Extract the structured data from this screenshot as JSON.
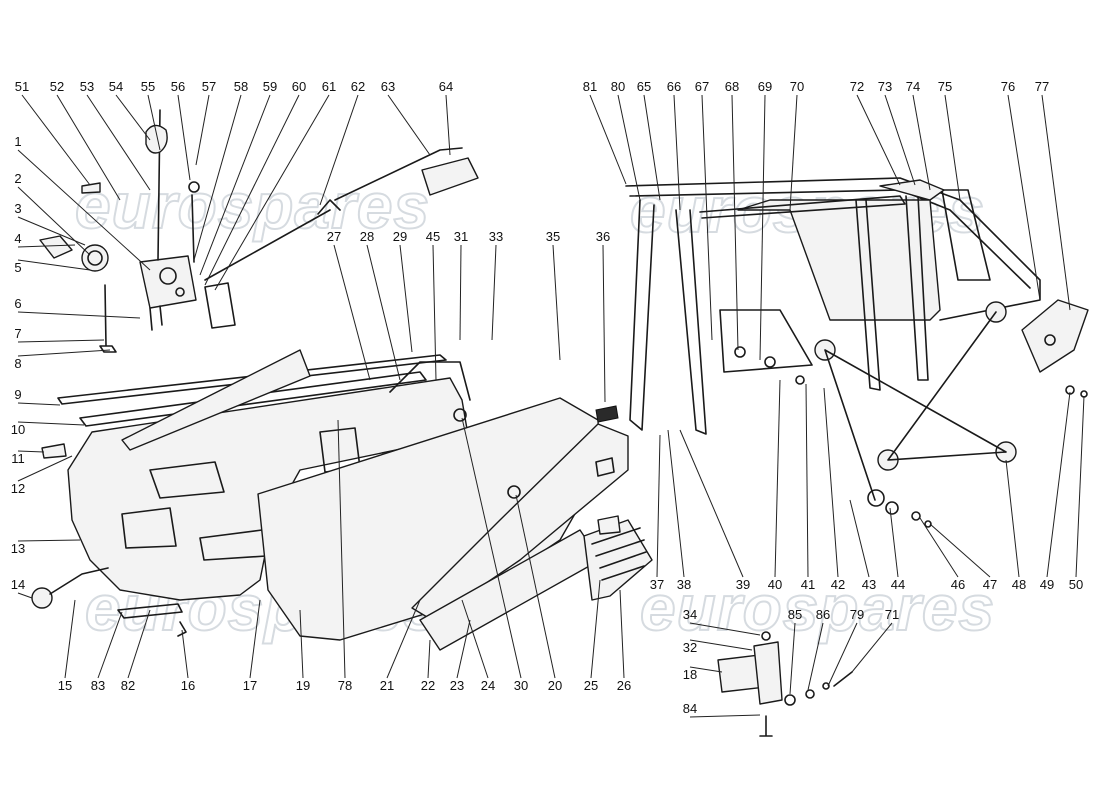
{
  "watermark": "eurospares",
  "labels": [
    "51",
    "52",
    "53",
    "54",
    "55",
    "56",
    "57",
    "58",
    "59",
    "60",
    "61",
    "62",
    "63",
    "64",
    "1",
    "2",
    "3",
    "4",
    "5",
    "6",
    "7",
    "8",
    "9",
    "10",
    "11",
    "12",
    "13",
    "14",
    "15",
    "83",
    "82",
    "16",
    "17",
    "19",
    "78",
    "21",
    "22",
    "23",
    "24",
    "30",
    "20",
    "25",
    "26",
    "27",
    "28",
    "29",
    "45",
    "31",
    "33",
    "35",
    "36",
    "81",
    "80",
    "65",
    "66",
    "67",
    "68",
    "69",
    "70",
    "72",
    "73",
    "74",
    "75",
    "76",
    "77",
    "37",
    "38",
    "39",
    "40",
    "41",
    "42",
    "43",
    "44",
    "46",
    "47",
    "48",
    "49",
    "50",
    "34",
    "32",
    "18",
    "84",
    "85",
    "86",
    "79",
    "71"
  ]
}
